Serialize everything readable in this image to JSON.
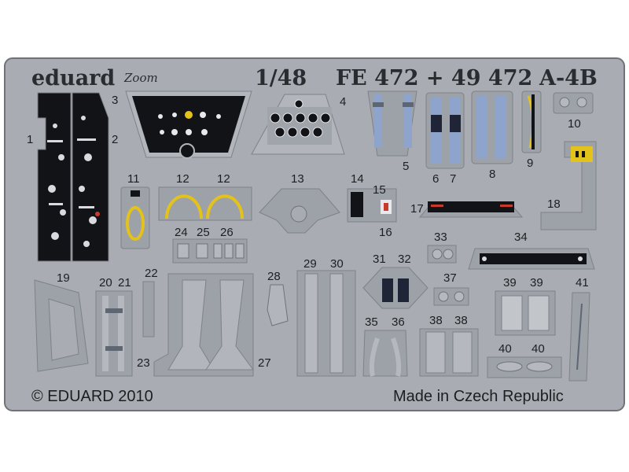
{
  "brand": "eduard",
  "brand_mark": "Zoom",
  "scale": "1/48",
  "set_code": "FE 472 + 49 472",
  "aircraft": "A-4B",
  "copyright": "© EDUARD 2010",
  "origin": "Made in Czech Republic",
  "part_numbers": [
    "1",
    "2",
    "3",
    "4",
    "5",
    "6",
    "7",
    "8",
    "9",
    "10",
    "11",
    "12",
    "12",
    "13",
    "14",
    "15",
    "16",
    "17",
    "18",
    "19",
    "20",
    "21",
    "22",
    "23",
    "24",
    "25",
    "26",
    "27",
    "28",
    "29",
    "30",
    "31",
    "32",
    "33",
    "34",
    "35",
    "36",
    "37",
    "38",
    "38",
    "39",
    "39",
    "40",
    "40",
    "41"
  ],
  "colors": {
    "fret": "#a9adb3",
    "fret_edge": "#6f7379",
    "part": "#9da1a8",
    "panel_black": "#121316",
    "belt_blue": "#8fa4cc",
    "yellow": "#e3c21c",
    "red": "#c83a2c",
    "text": "#1d1e20"
  }
}
